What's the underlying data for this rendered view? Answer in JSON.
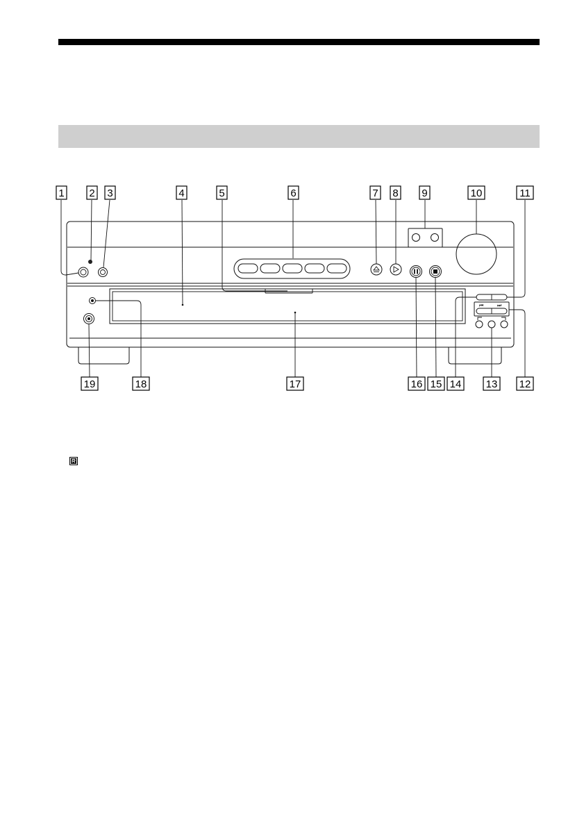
{
  "callouts": [
    "1",
    "2",
    "3",
    "4",
    "5",
    "6",
    "7",
    "8",
    "9",
    "10",
    "11",
    "12",
    "13",
    "14",
    "15",
    "16",
    "17",
    "18",
    "19"
  ],
  "icons": {
    "remote_sensor": "remote-sensor-icon"
  }
}
